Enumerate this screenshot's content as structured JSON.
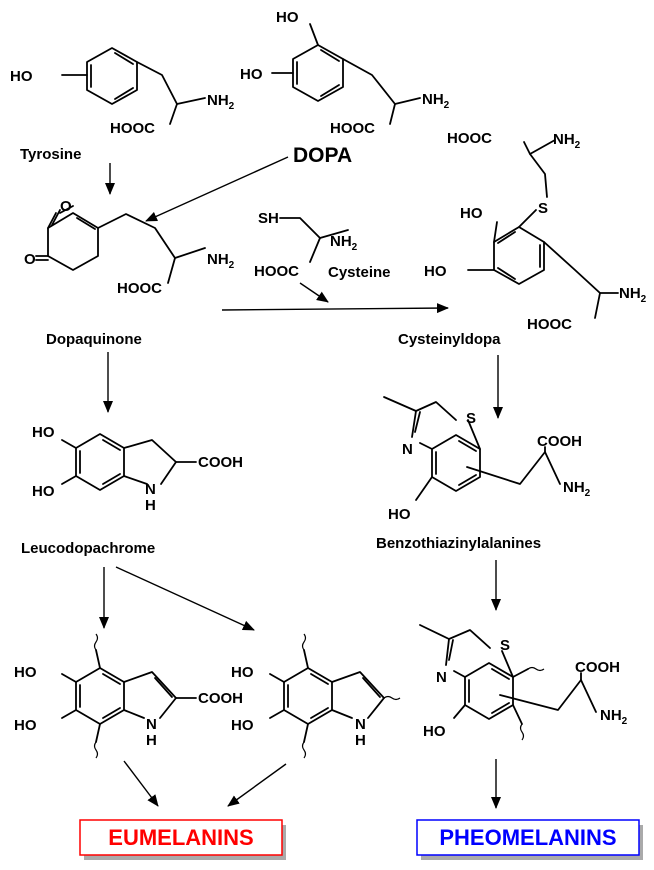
{
  "compounds": {
    "tyrosine": "Tyrosine",
    "dopa": "DOPA",
    "dopaquinone": "Dopaquinone",
    "cysteine": "Cysteine",
    "cysteinyldopa": "Cysteinyldopa",
    "leucodopachrome": "Leucodopachrome",
    "benzothiazinylalanines": "Benzothiazinylalanines"
  },
  "products": {
    "eumelanins": "EUMELANINS",
    "pheomelanins": "PHEOMELANINS"
  },
  "groups": {
    "ho": "HO",
    "hooc": "HOOC",
    "cooh": "COOH",
    "nh": "NH",
    "sub2": "2",
    "sh": "SH",
    "s": "S",
    "n": "N",
    "h": "H",
    "o": "O"
  },
  "colors": {
    "eumelanins": "#ff0000",
    "pheomelanins": "#0000ff"
  }
}
